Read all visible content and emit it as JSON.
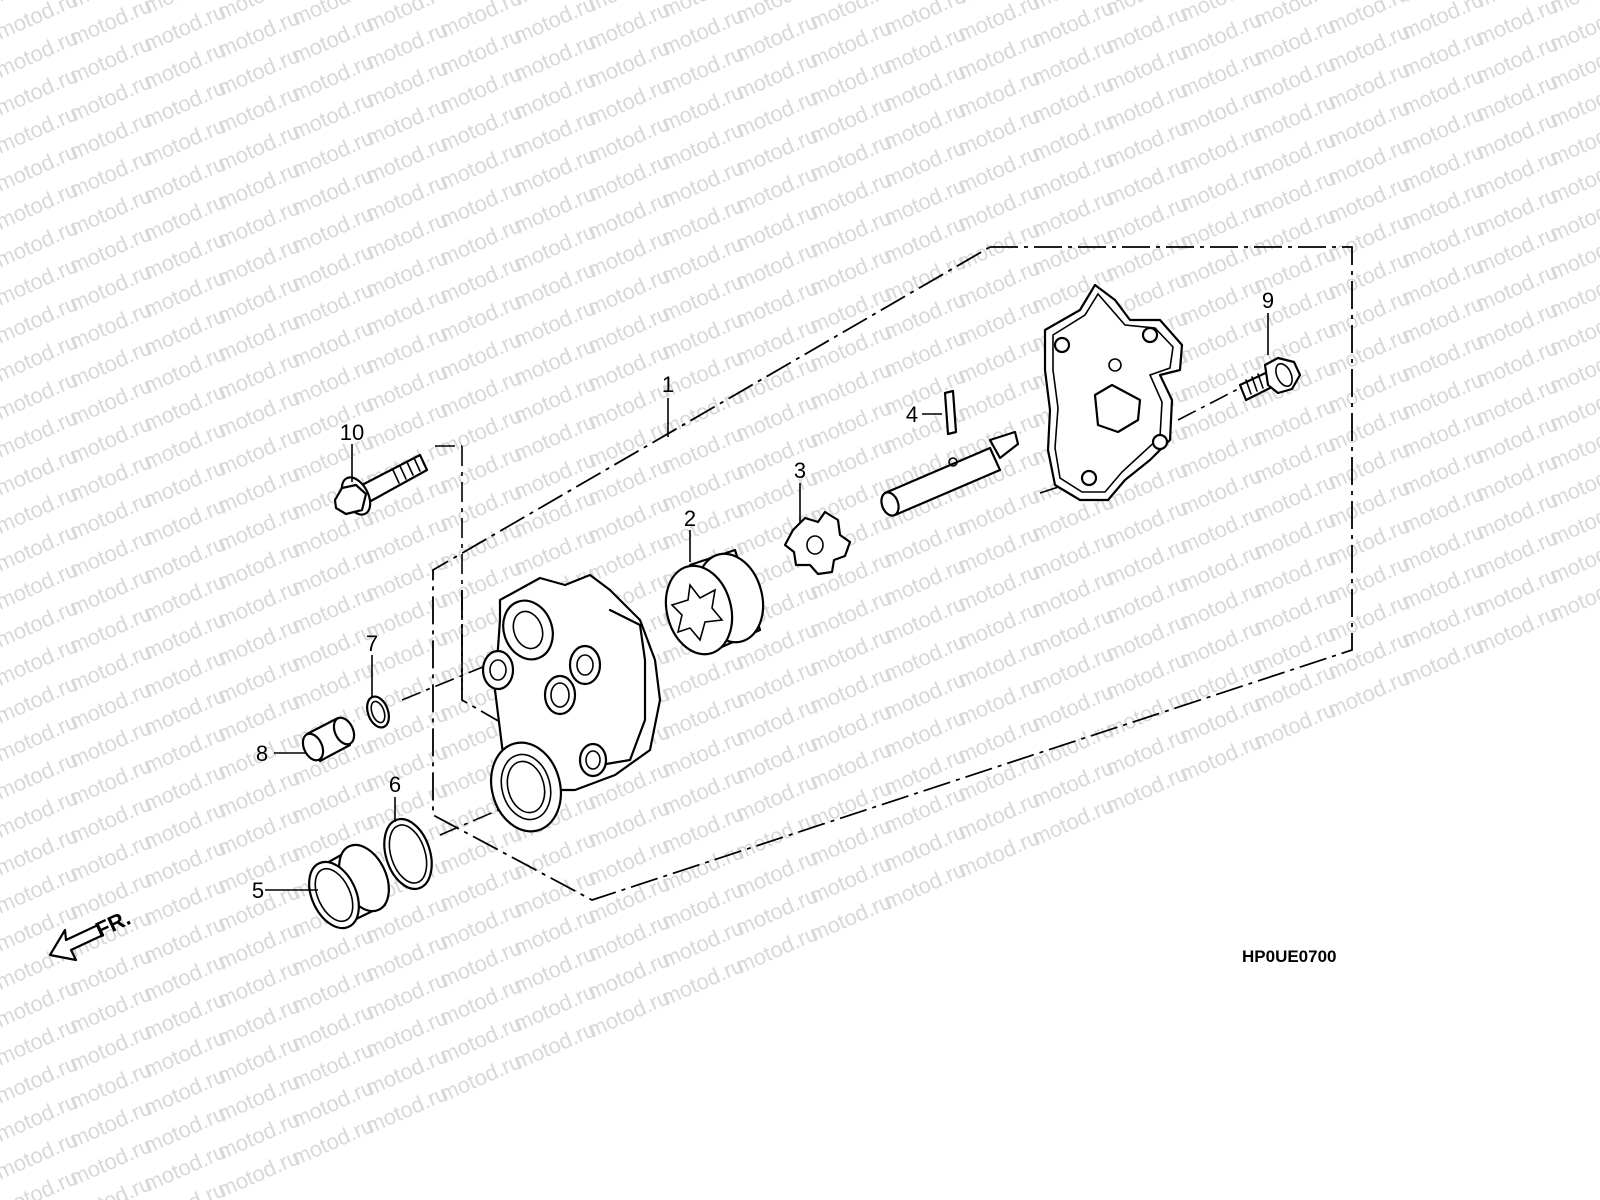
{
  "watermark": {
    "text": "motod.ru"
  },
  "callouts": {
    "p1": "1",
    "p2": "2",
    "p3": "3",
    "p4": "4",
    "p5": "5",
    "p6": "6",
    "p7": "7",
    "p8": "8",
    "p9": "9",
    "p10": "10"
  },
  "direction_label": "FR.",
  "diagram_code": "HP0UE0700",
  "colors": {
    "ink": "#000000",
    "paper": "#ffffff",
    "watermark": "#d8d8d8"
  }
}
